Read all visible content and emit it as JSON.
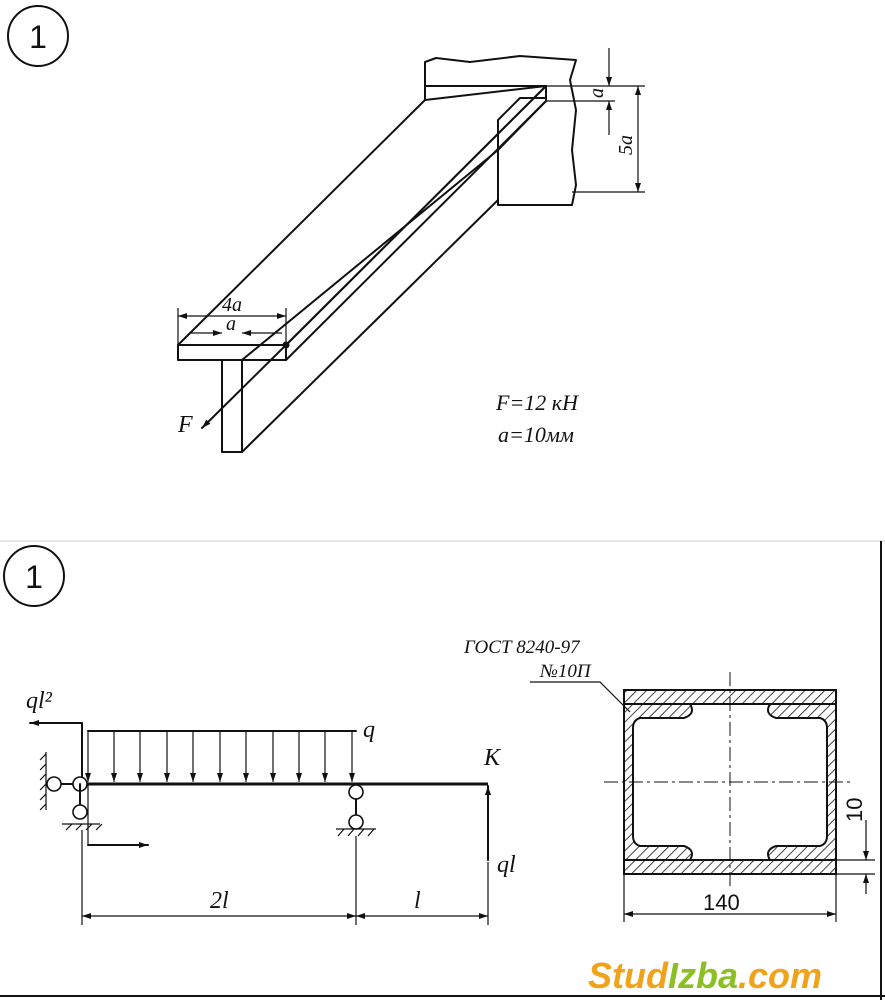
{
  "problem_1": {
    "badge": "1",
    "dim_width": "4a",
    "dim_web": "a",
    "dim_flange": "a",
    "dim_height": "5a",
    "force_label": "F",
    "given_force": "F=12 кН",
    "given_a": "a=10мм"
  },
  "problem_2": {
    "badge": "1",
    "moment_label": "ql²",
    "load_label": "q",
    "point_label": "K",
    "force_label": "ql",
    "span_left": "2l",
    "span_right": "l",
    "standard": "ГОСТ 8240-97",
    "profile": "№10П",
    "dim_gap": "10",
    "dim_width": "140"
  },
  "watermark": {
    "text_part1": "Stud",
    "text_part2": "Izba",
    "text_part3": ".com",
    "color_orange": "#f0a21a",
    "color_green": "#8cbf26"
  }
}
